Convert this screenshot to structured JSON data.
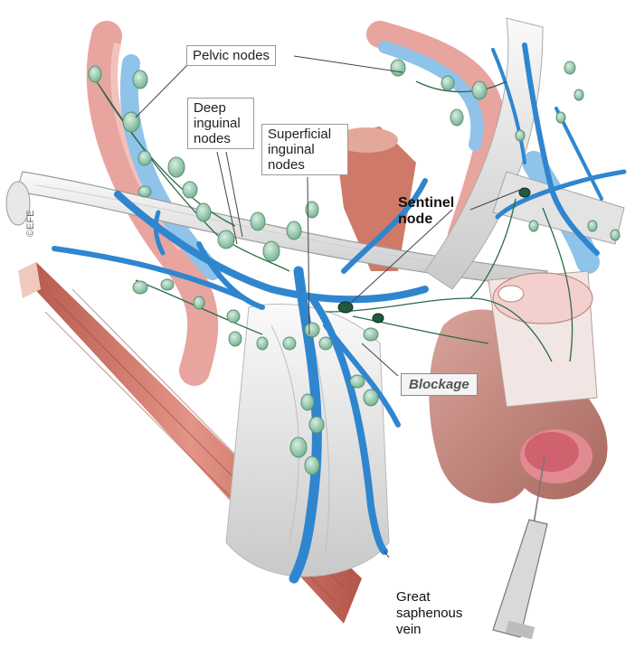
{
  "labels": {
    "pelvic_nodes": "Pelvic nodes",
    "deep_inguinal_line1": "Deep",
    "deep_inguinal_line2": "inguinal",
    "deep_inguinal_line3": "nodes",
    "superficial_line1": "Superficial",
    "superficial_line2": "inguinal",
    "superficial_line3": "nodes",
    "sentinel_line1": "Sentinel",
    "sentinel_line2": "node",
    "blockage": "Blockage",
    "great_line1": "Great",
    "great_line2": "saphenous",
    "great_line3": "vein",
    "copyright": "©EFE"
  },
  "colors": {
    "vein": "#2f86cf",
    "vein_light": "#8ec4ea",
    "artery": "#e79a95",
    "node": "#9ccfb3",
    "node_dark": "#1f5a3c",
    "muscle": "#cc6e5c",
    "ligament": "#e9e9e9",
    "skin": "#c98c84",
    "lesion": "#d9707a"
  }
}
